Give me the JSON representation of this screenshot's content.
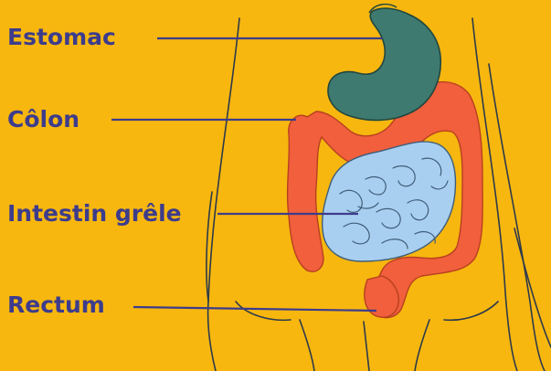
{
  "labels": {
    "stomach": "Estomac",
    "colon": "Côlon",
    "small_intestine": "Intestin grêle",
    "rectum": "Rectum"
  },
  "colors": {
    "background": "#F7B70F",
    "label_text": "#3D3C8C",
    "stomach": "#3E7A70",
    "colon": "#F15F3C",
    "small_intestine": "#A9CFF0",
    "outline": "#2E3A4A"
  }
}
